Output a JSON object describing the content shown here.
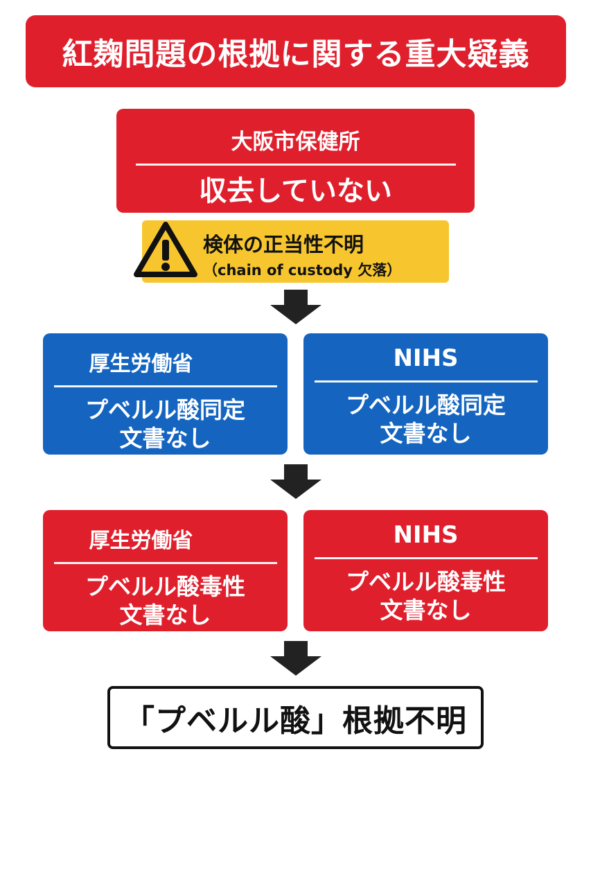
{
  "title": "紅麹問題の根拠に関する重大疑義",
  "osaka": {
    "header": "大阪市保健所",
    "status": "収去していない"
  },
  "warning": {
    "icon": "warning-triangle-icon",
    "title": "検体の正当性不明",
    "subtitle": "（chain of custody 欠落）"
  },
  "identification": [
    {
      "header": "厚生労働省",
      "line1": "プベルル酸同定",
      "line2": "文書なし"
    },
    {
      "header": "NIHS",
      "line1": "プベルル酸同定",
      "line2": "文書なし"
    }
  ],
  "toxicity": [
    {
      "header": "厚生労働省",
      "line1": "プベルル酸毒性",
      "line2": "文書なし"
    },
    {
      "header": "NIHS",
      "line1": "プベルル酸毒性",
      "line2": "文書なし"
    }
  ],
  "conclusion": "「プベルル酸」根拠不明",
  "colors": {
    "red": "#e01f2d",
    "blue": "#1565c0",
    "yellow": "#f7c62f",
    "arrow": "#222222"
  }
}
